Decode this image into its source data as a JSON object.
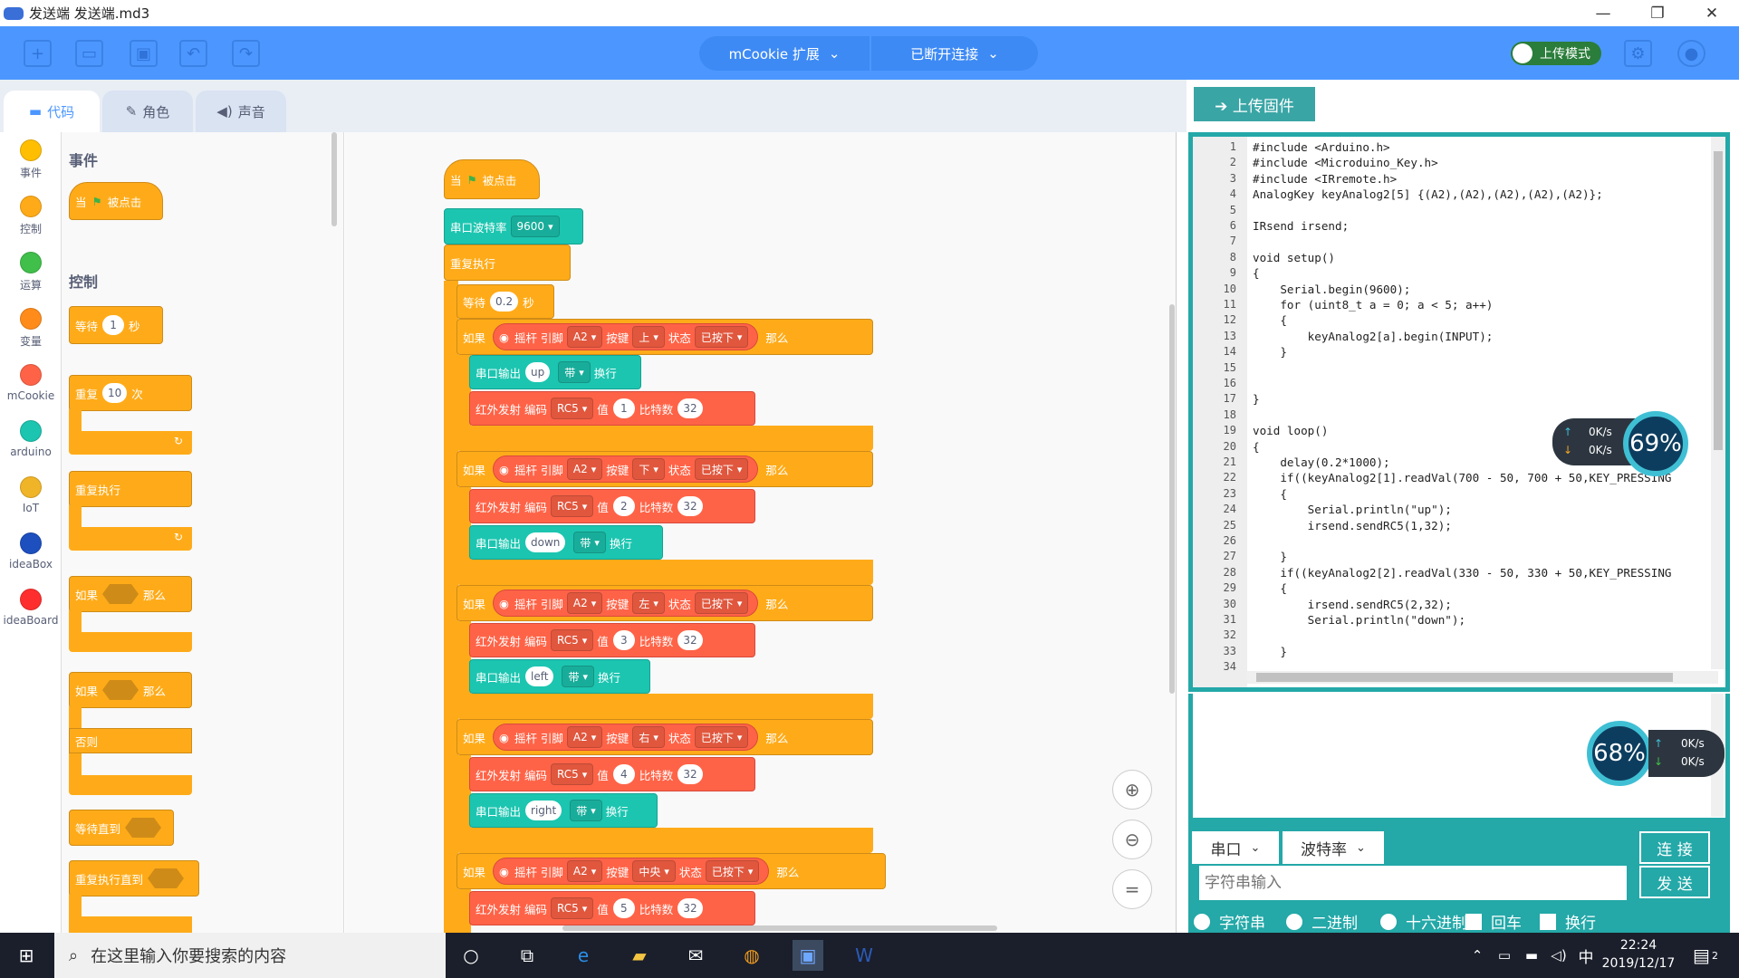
{
  "window": {
    "title": "发送端 发送端.md3",
    "minimize": "—",
    "restore": "❐",
    "close": "✕"
  },
  "toolbar": {
    "ext_menu": "mCookie 扩展",
    "conn_menu": "已断开连接",
    "upload_mode": "上传模式"
  },
  "tabs": {
    "code": "代码",
    "costume": "角色",
    "sound": "声音"
  },
  "categories": [
    {
      "label": "事件",
      "color": "#ffbf00"
    },
    {
      "label": "控制",
      "color": "#ffab19"
    },
    {
      "label": "运算",
      "color": "#40bf4a"
    },
    {
      "label": "变量",
      "color": "#ff8c1a"
    },
    {
      "label": "mCookie",
      "color": "#ff6347"
    },
    {
      "label": "arduino",
      "color": "#1cc5b0"
    },
    {
      "label": "IoT",
      "color": "#f0b429"
    },
    {
      "label": "ideaBox",
      "color": "#1d4fbf"
    },
    {
      "label": "ideaBoard",
      "color": "#ff2e2e"
    }
  ],
  "palette": {
    "events_title": "事件",
    "control_title": "控制",
    "when_flag": {
      "when": "当",
      "clicked": "被点击"
    },
    "wait": {
      "label": "等待",
      "value": "1",
      "unit": "秒"
    },
    "repeat": {
      "label": "重复",
      "value": "10",
      "unit": "次"
    },
    "forever": "重复执行",
    "if_then": {
      "if": "如果",
      "then": "那么"
    },
    "if_else": {
      "if": "如果",
      "then": "那么",
      "else": "否则"
    },
    "wait_until": "等待直到",
    "repeat_until": "重复执行直到"
  },
  "script": {
    "hat": {
      "when": "当",
      "clicked": "被点击"
    },
    "baud": {
      "label": "串口波特率",
      "value": "9600"
    },
    "forever": "重复执行",
    "wait": {
      "label": "等待",
      "value": "0.2",
      "unit": "秒"
    },
    "labels": {
      "if": "如果",
      "joystick": "摇杆 引脚",
      "key": "按键",
      "state": "状态",
      "then": "那么",
      "serial_print": "串口输出",
      "newline": "换行",
      "ir_send": "红外发射 编码",
      "value": "值",
      "bits": "比特数"
    },
    "ifs": [
      {
        "pin": "A2",
        "key": "上",
        "state": "已按下",
        "serial_text": "up",
        "with": "带",
        "ir_code": "RC5",
        "ir_value": "1",
        "ir_bits": "32"
      },
      {
        "pin": "A2",
        "key": "下",
        "state": "已按下",
        "serial_text": "down",
        "with": "带",
        "ir_code": "RC5",
        "ir_value": "2",
        "ir_bits": "32"
      },
      {
        "pin": "A2",
        "key": "左",
        "state": "已按下",
        "serial_text": "left",
        "with": "带",
        "ir_code": "RC5",
        "ir_value": "3",
        "ir_bits": "32"
      },
      {
        "pin": "A2",
        "key": "右",
        "state": "已按下",
        "serial_text": "right",
        "with": "带",
        "ir_code": "RC5",
        "ir_value": "4",
        "ir_bits": "32"
      },
      {
        "pin": "A2",
        "key": "中央",
        "state": "已按下",
        "ir_code": "RC5",
        "ir_value": "5",
        "ir_bits": "32"
      }
    ]
  },
  "upload_firmware": "➔ 上传固件",
  "code": {
    "line_numbers": [
      "1",
      "2",
      "3",
      "4",
      "5",
      "6",
      "7",
      "8",
      "9",
      "10",
      "11",
      "12",
      "13",
      "14",
      "15",
      "16",
      "17",
      "18",
      "19",
      "20",
      "21",
      "22",
      "23",
      "24",
      "25",
      "26",
      "27",
      "28",
      "29",
      "30",
      "31",
      "32",
      "33",
      "34"
    ],
    "lines": [
      "#include <Arduino.h>",
      "#include <Microduino_Key.h>",
      "#include <IRremote.h>",
      "AnalogKey keyAnalog2[5] {(A2),(A2),(A2),(A2),(A2)};",
      "",
      "IRsend irsend;",
      "",
      "void setup()",
      "{",
      "    Serial.begin(9600);",
      "    for (uint8_t a = 0; a < 5; a++)",
      "    {",
      "        keyAnalog2[a].begin(INPUT);",
      "    }",
      "",
      "",
      "}",
      "",
      "void loop()",
      "{",
      "    delay(0.2*1000);",
      "    if((keyAnalog2[1].readVal(700 - 50, 700 + 50,KEY_PRESSING",
      "    {",
      "        Serial.println(\"up\");",
      "        irsend.sendRC5(1,32);",
      "",
      "    }",
      "    if((keyAnalog2[2].readVal(330 - 50, 330 + 50,KEY_PRESSING",
      "    {",
      "        irsend.sendRC5(2,32);",
      "        Serial.println(\"down\");",
      "",
      "    }",
      ""
    ]
  },
  "speed_top": {
    "up": "0K/s",
    "down": "0K/s",
    "percent": "69%"
  },
  "speed_bottom": {
    "up": "0K/s",
    "down": "0K/s",
    "percent": "68%"
  },
  "serial": {
    "port": "串口",
    "baud": "波特率",
    "connect": "连 接",
    "send": "发 送",
    "input_placeholder": "字符串输入",
    "opt_string": "字符串",
    "opt_binary": "二进制",
    "opt_hex": "十六进制",
    "opt_cr": "回车",
    "opt_lf": "换行"
  },
  "taskbar": {
    "search_placeholder": "在这里输入你要搜索的内容",
    "ime": "中",
    "time": "22:24",
    "date": "2019/12/17",
    "notif_count": "2"
  }
}
